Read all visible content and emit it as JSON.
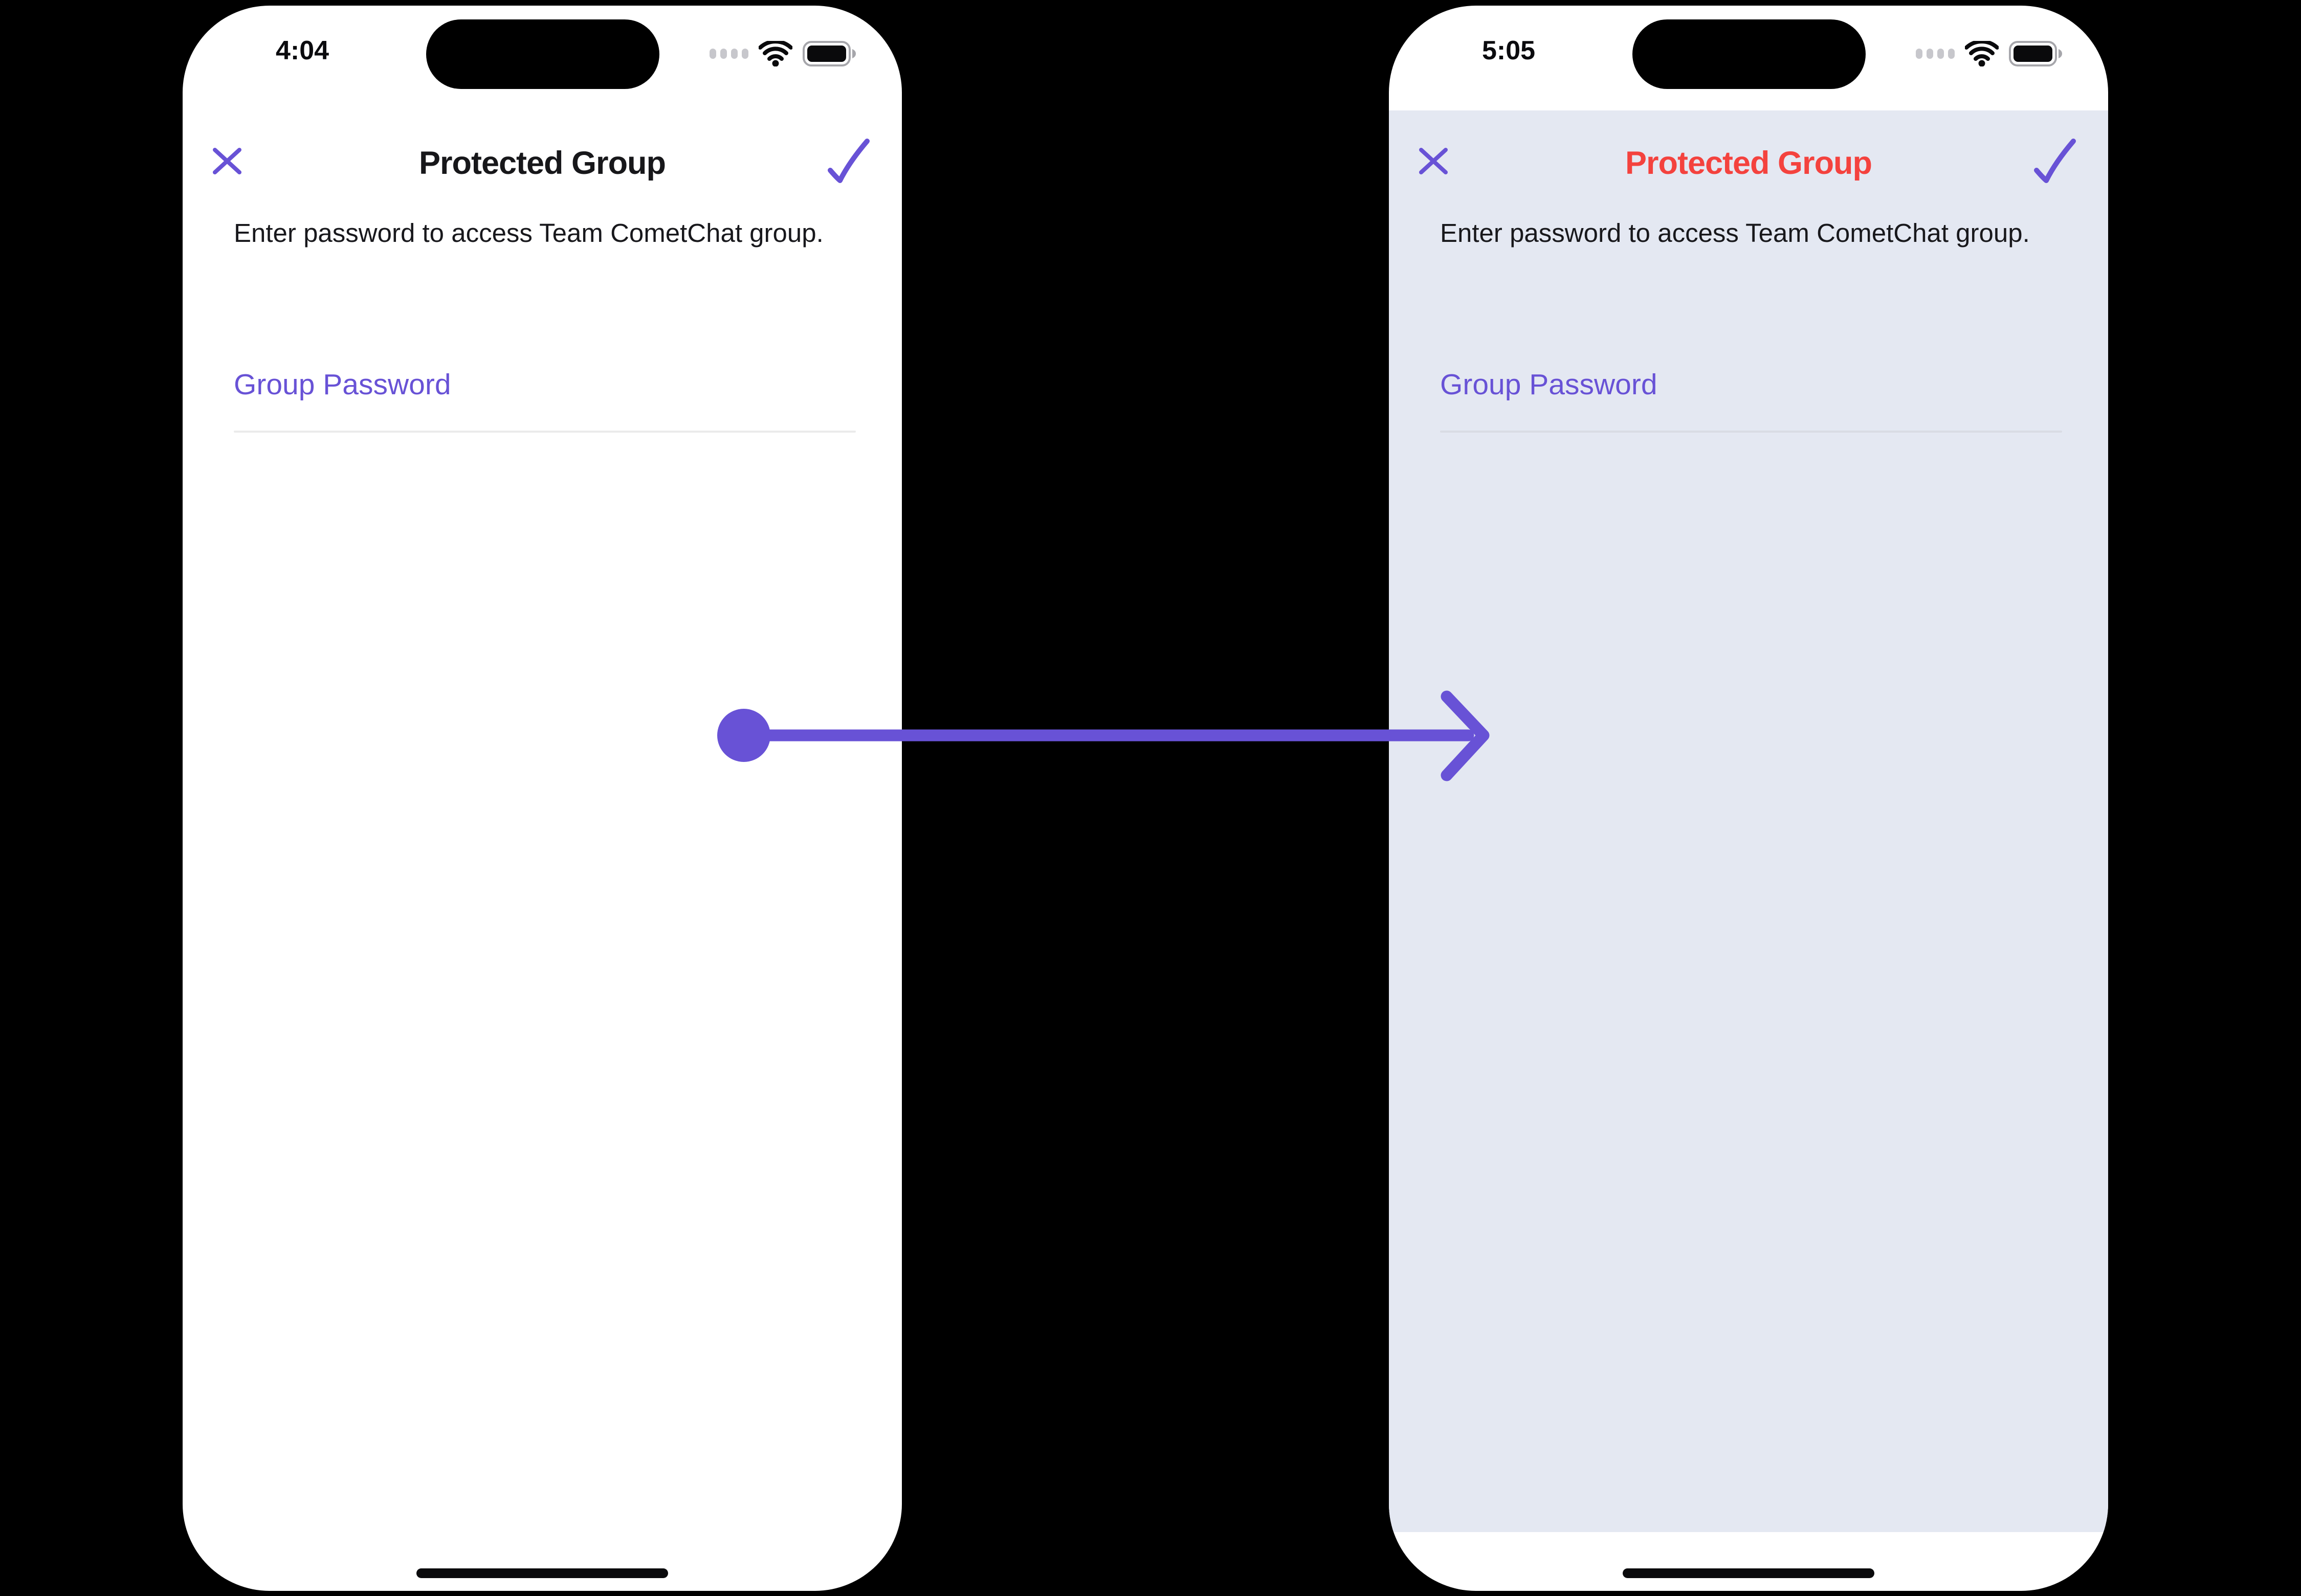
{
  "colors": {
    "canvas_background": "#000000",
    "primary_purple": "#6852D6",
    "custom_title_red": "#F4423E",
    "default_screen_bg": "#FFFFFF",
    "custom_screen_bg": "#E4E8F2",
    "default_divider": "#EBEBEB",
    "custom_divider": "#D9DCE4",
    "text_dark": "#18181C"
  },
  "icons": {
    "close": "✕",
    "confirm": "✓",
    "status": [
      "cellular-signal",
      "wifi",
      "battery-full"
    ],
    "transition": "right-arrow"
  },
  "arrow": {
    "description": "purple arrow from default phone to customized phone",
    "color": "#6852D6"
  },
  "phones": [
    {
      "variant": "default-theme",
      "time": "4:04",
      "nav": {
        "title": "Protected Group"
      },
      "description": "Enter password to access Team CometChat group.",
      "field": {
        "label": "Group Password",
        "value": "",
        "state": "empty"
      }
    },
    {
      "variant": "custom-theme",
      "time": "5:05",
      "nav": {
        "title": "Protected Group"
      },
      "description": "Enter password to access Team CometChat group.",
      "field": {
        "label": "Group Password",
        "value": "",
        "state": "empty"
      }
    }
  ]
}
